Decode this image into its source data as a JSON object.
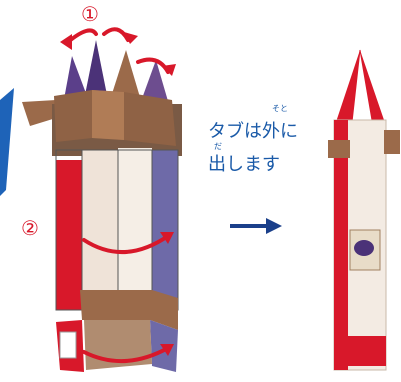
{
  "labels": {
    "step1": "①",
    "step2": "②",
    "instruction_line1": "タブは外に",
    "instruction_line2": "出します",
    "ruby_soto": "そと",
    "ruby_da": "だ"
  },
  "colors": {
    "brown_tab": "#9b6a4a",
    "brown_dark": "#6e4a33",
    "purple_point": "#5b3f8a",
    "panel_red": "#d8182a",
    "panel_navy": "#6e6aa8",
    "panel_cream": "#efe3d8",
    "arrow_red": "#d8182a",
    "text_blue": "#1a5aa8",
    "stripe_blue": "#1e63b8"
  },
  "icons": [
    "fold-arrow-icon",
    "right-arrow-icon",
    "curl-arrow-icon"
  ]
}
